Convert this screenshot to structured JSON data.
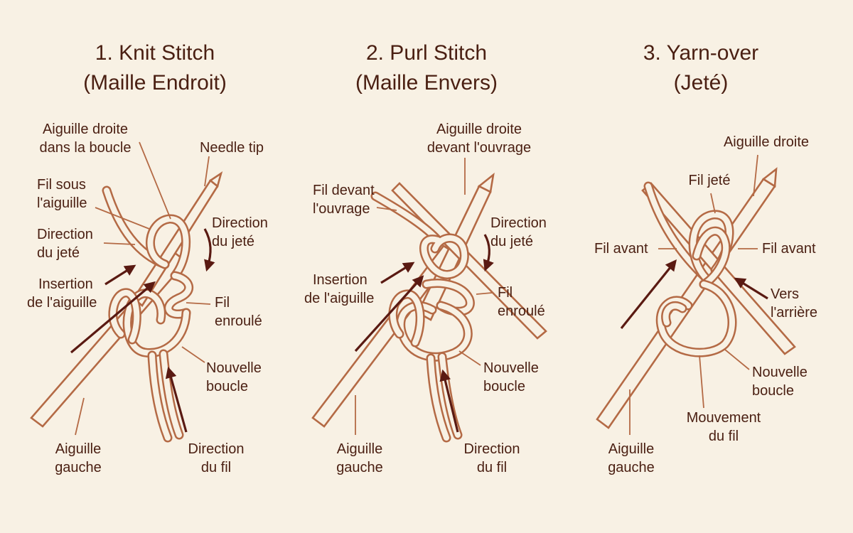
{
  "colors": {
    "background": "#f8f1e4",
    "outline": "#b46a45",
    "arrow": "#5a1a12",
    "text": "#4a1f12"
  },
  "panels": [
    {
      "title_line1": "1. Knit Stitch",
      "title_line2": "(Maille Endroit)",
      "labels": {
        "right_needle_line1": "Aiguille droite",
        "right_needle_line2": "dans la boucle",
        "needle_tip": "Needle tip",
        "yarn_under_line1": "Fil sous",
        "yarn_under_line2": "l'aiguille",
        "direction_left_line1": "Direction",
        "direction_left_line2": "du jeté",
        "direction_right_line1": "Direction",
        "direction_right_line2": "du jeté",
        "insertion_line1": "Insertion",
        "insertion_line2": "de l'aiguille",
        "wrapped_line1": "Fil",
        "wrapped_line2": "enroulé",
        "new_loop_line1": "Nouvelle",
        "new_loop_line2": "boucle",
        "left_needle_line1": "Aiguille",
        "left_needle_line2": "gauche",
        "yarn_direction_line1": "Direction",
        "yarn_direction_line2": "du fil"
      }
    },
    {
      "title_line1": "2. Purl Stitch",
      "title_line2": "(Maille Envers)",
      "labels": {
        "right_needle_line1": "Aiguille droite",
        "right_needle_line2": "devant l'ouvrage",
        "yarn_front_line1": "Fil devant",
        "yarn_front_line2": "l'ouvrage",
        "direction_line1": "Direction",
        "direction_line2": "du jeté",
        "insertion_line1": "Insertion",
        "insertion_line2": "de l'aiguille",
        "wrapped_line1": "Fil",
        "wrapped_line2": "enroulé",
        "new_loop_line1": "Nouvelle",
        "new_loop_line2": "boucle",
        "left_needle_line1": "Aiguille",
        "left_needle_line2": "gauche",
        "yarn_direction_line1": "Direction",
        "yarn_direction_line2": "du fil"
      }
    },
    {
      "title_line1": "3. Yarn-over",
      "title_line2": "(Jeté)",
      "labels": {
        "right_needle": "Aiguille droite",
        "yarn_over": "Fil jeté",
        "yarn_front_left": "Fil avant",
        "yarn_front_right": "Fil avant",
        "to_back_line1": "Vers",
        "to_back_line2": "l'arrière",
        "new_loop_line1": "Nouvelle",
        "new_loop_line2": "boucle",
        "yarn_move_line1": "Mouvement",
        "yarn_move_line2": "du fil",
        "left_needle_line1": "Aiguille",
        "left_needle_line2": "gauche"
      }
    }
  ]
}
